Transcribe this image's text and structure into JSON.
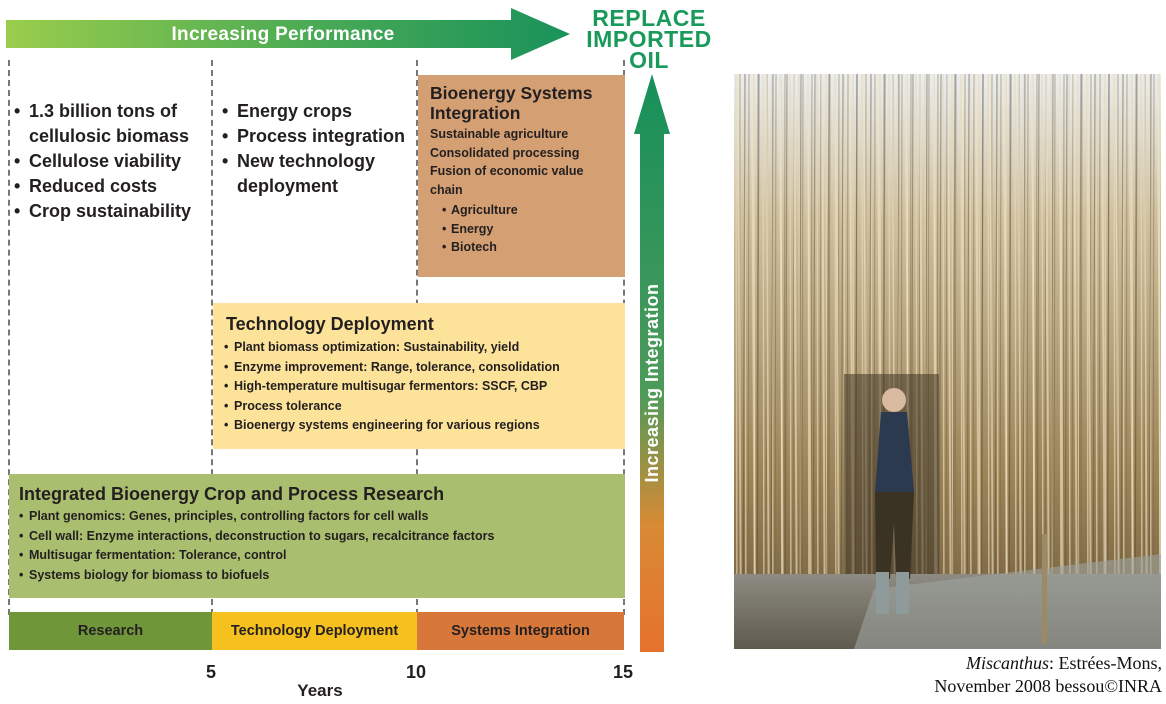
{
  "top_arrow": {
    "label": "Increasing Performance"
  },
  "goal": {
    "lines": [
      "REPLACE",
      "IMPORTED",
      "OIL"
    ]
  },
  "side_arrow": {
    "label": "Increasing Integration"
  },
  "column1": {
    "items": [
      "1.3 billion tons of cellulosic biomass",
      "Cellulose viability",
      "Reduced costs",
      "Crop sustainability"
    ]
  },
  "column2": {
    "items": [
      "Energy crops",
      "Process integration",
      "New technology deployment"
    ]
  },
  "systems_box": {
    "title": "Bioenergy Systems Integration",
    "lines": [
      "Sustainable agriculture",
      "Consolidated processing",
      "Fusion of economic value chain"
    ],
    "sub_items": [
      "Agriculture",
      "Energy",
      "Biotech"
    ]
  },
  "technology_box": {
    "title": "Technology Deployment",
    "items": [
      "Plant biomass optimization: Sustainability, yield",
      "Enzyme improvement: Range, tolerance, consolidation",
      "High-temperature multisugar fermentors: SSCF, CBP",
      "Process tolerance",
      "Bioenergy systems engineering for various regions"
    ]
  },
  "research_box": {
    "title": "Integrated Bioenergy Crop and Process Research",
    "items": [
      "Plant genomics: Genes, principles, controlling factors for cell walls",
      "Cell wall: Enzyme interactions, deconstruction to sugars, recalcitrance factors",
      "Multisugar fermentation: Tolerance, control",
      "Systems biology for biomass to biofuels"
    ]
  },
  "phases": [
    {
      "label": "Research",
      "color": "#6f9638"
    },
    {
      "label": "Technology Deployment",
      "color": "#f6c11f"
    },
    {
      "label": "Systems Integration",
      "color": "#d7783a"
    }
  ],
  "axis": {
    "ticks": [
      "5",
      "10",
      "15"
    ],
    "label": "Years"
  },
  "photo_caption": {
    "species": "Miscanthus",
    "rest_line1": ": Estrées-Mons,",
    "line2": "November 2008 bessou©INRA"
  },
  "colors": {
    "green_arrow": "#2a9a55",
    "green_arrow_light": "#8cc63f",
    "orange_box": "#d4a073",
    "yellow_box": "#fde39a",
    "green_box": "#a9bf6f",
    "goal_text": "#1a9a5a"
  }
}
